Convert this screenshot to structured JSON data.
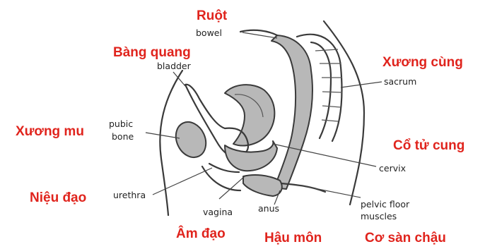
{
  "labels": {
    "bowel": {
      "vi": "Ruột",
      "en": "bowel"
    },
    "bladder": {
      "vi": "Bàng quang",
      "en": "bladder"
    },
    "sacrum": {
      "vi": "Xương cùng",
      "en": "sacrum"
    },
    "pubic_bone": {
      "vi": "Xương mu",
      "en_line1": "pubic",
      "en_line2": "bone"
    },
    "cervix": {
      "vi": "Cổ tử cung",
      "en": "cervix"
    },
    "urethra": {
      "vi": "Niệu đạo",
      "en": "urethra"
    },
    "vagina": {
      "vi": "Âm đạo",
      "en": "vagina"
    },
    "anus": {
      "vi": "Hậu môn",
      "en": "anus"
    },
    "pelvic_floor": {
      "vi": "Cơ sàn chậu",
      "en_line1": "pelvic floor",
      "en_line2": "muscles"
    }
  },
  "colors": {
    "vietnamese_label": "#e0241d",
    "english_label": "#222222",
    "organ_fill": "#b8b8b8"
  }
}
